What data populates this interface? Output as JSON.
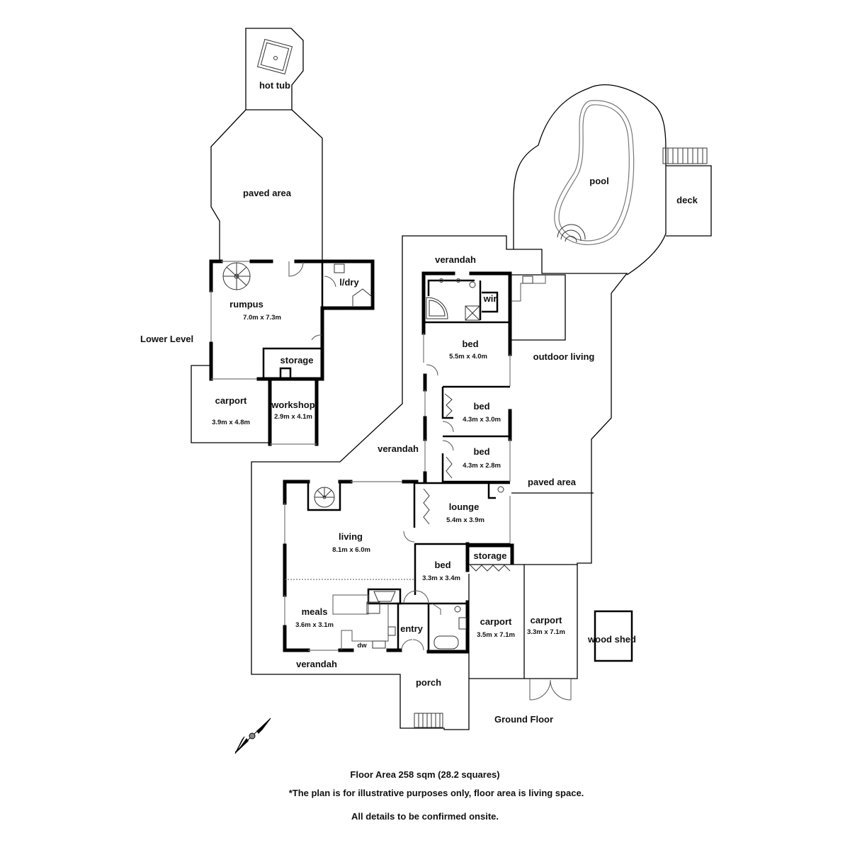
{
  "plan": {
    "levels": {
      "lower": "Lower Level",
      "ground": "Ground Floor"
    },
    "lower_level": {
      "hot_tub": {
        "name": "hot tub"
      },
      "paved_area": {
        "name": "paved area"
      },
      "rumpus": {
        "name": "rumpus",
        "dims": "7.0m x 7.3m"
      },
      "laundry": {
        "name": "l/dry"
      },
      "storage": {
        "name": "storage"
      },
      "carport": {
        "name": "carport",
        "dims": "3.9m x 4.8m"
      },
      "workshop": {
        "name": "workshop",
        "dims": "2.9m x 4.1m"
      }
    },
    "ground_floor": {
      "pool": {
        "name": "pool"
      },
      "deck": {
        "name": "deck"
      },
      "verandah_north": {
        "name": "verandah"
      },
      "wir": {
        "name": "wir"
      },
      "master_bed": {
        "name": "bed",
        "dims": "5.5m x 4.0m"
      },
      "outdoor_living": {
        "name": "outdoor living"
      },
      "bed_2": {
        "name": "bed",
        "dims": "4.3m x 3.0m"
      },
      "bed_3": {
        "name": "bed",
        "dims": "4.3m x 2.8m"
      },
      "verandah_west": {
        "name": "verandah"
      },
      "paved_area": {
        "name": "paved area"
      },
      "lounge": {
        "name": "lounge",
        "dims": "5.4m x 3.9m"
      },
      "living": {
        "name": "living",
        "dims": "8.1m x 6.0m"
      },
      "bed_4": {
        "name": "bed",
        "dims": "3.3m x 3.4m"
      },
      "storage": {
        "name": "storage"
      },
      "meals": {
        "name": "meals",
        "dims": "3.6m x 3.1m"
      },
      "entry": {
        "name": "entry"
      },
      "dishwasher": {
        "name": "dw"
      },
      "carport_1": {
        "name": "carport",
        "dims": "3.5m x 7.1m"
      },
      "carport_2": {
        "name": "carport",
        "dims": "3.3m x 7.1m"
      },
      "wood_shed": {
        "name": "wood shed"
      },
      "verandah_south": {
        "name": "verandah"
      },
      "porch": {
        "name": "porch"
      }
    },
    "compass": {
      "icon": "north-arrow-icon"
    }
  },
  "footer": {
    "floor_area": "Floor Area 258 sqm (28.2 squares)",
    "disclaimer": "*The plan is for illustrative purposes only, floor area is living space.",
    "confirm": "All details to be confirmed onsite."
  },
  "colors": {
    "background": "#ffffff",
    "lines": "#000000",
    "text": "#111111"
  }
}
